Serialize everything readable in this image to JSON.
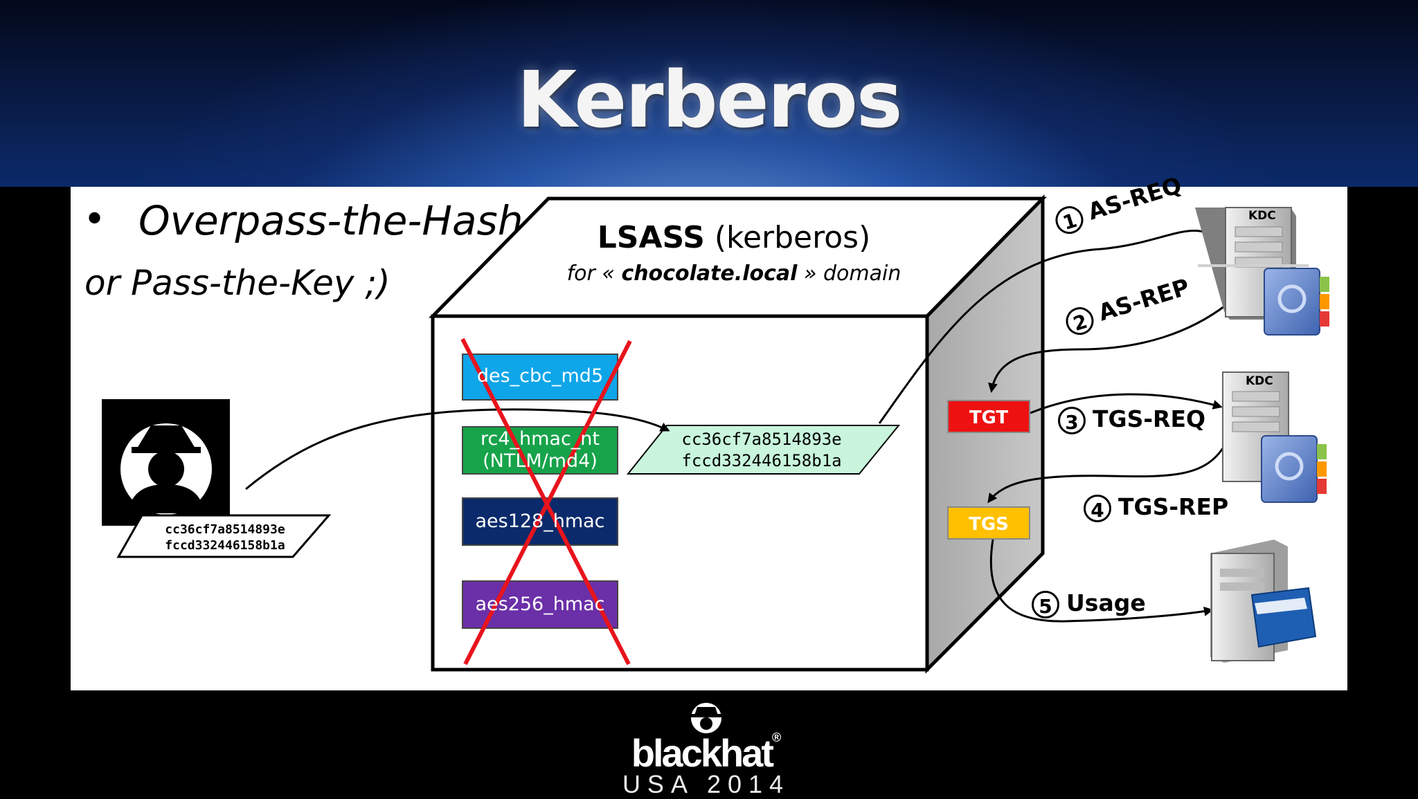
{
  "title": "Kerberos",
  "bullet_marker": "•",
  "heading": "Overpass-the-Hash",
  "subheading": "or Pass-the-Key ;)",
  "lsass": {
    "name": "LSASS",
    "name_suffix": " (kerberos)",
    "sub_prefix": "for « ",
    "domain": "chocolate.local",
    "sub_suffix": " » domain"
  },
  "attacker_hash": {
    "line1": "cc36cf7a8514893e",
    "line2": "fccd332446158b1a"
  },
  "injected_hash": {
    "line1": "cc36cf7a8514893e",
    "line2": "fccd332446158b1a"
  },
  "credentials": [
    {
      "label": "des_cbc_md5",
      "color": "#0ea5e9"
    },
    {
      "label_line1": "rc4_hmac_nt",
      "label_line2": "(NTLM/md4)",
      "color": "#16a34a"
    },
    {
      "label": "aes128_hmac",
      "color": "#0b2a6b"
    },
    {
      "label": "aes256_hmac",
      "color": "#6b2fa8"
    }
  ],
  "tickets": [
    {
      "label": "TGT",
      "color": "#ee1111"
    },
    {
      "label": "TGS",
      "color": "#ffc000"
    }
  ],
  "steps": [
    {
      "num": "1",
      "label": "AS-REQ"
    },
    {
      "num": "2",
      "label": "AS-REP"
    },
    {
      "num": "3",
      "label": "TGS-REQ"
    },
    {
      "num": "4",
      "label": "TGS-REP"
    },
    {
      "num": "5",
      "label": "Usage"
    }
  ],
  "kdc_label": "KDC",
  "logo": {
    "main": "blackhat",
    "reg": "®",
    "sub": "USA 2014"
  }
}
